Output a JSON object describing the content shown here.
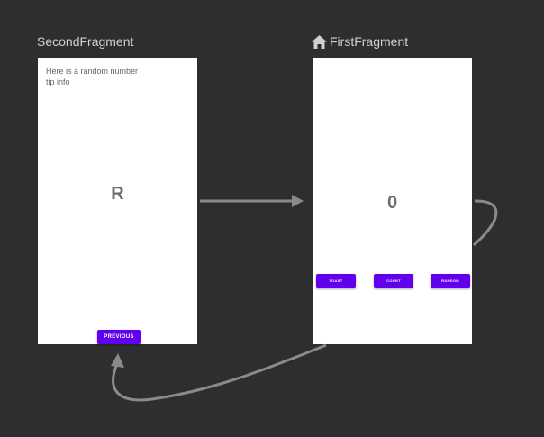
{
  "second_fragment": {
    "title": "SecondFragment",
    "tip_text": "Here is a random number tip info",
    "big_text": "R",
    "previous_label": "PREVIOUS"
  },
  "first_fragment": {
    "title": "FirstFragment",
    "count_text": "0",
    "toast_label": "TOAST",
    "count_label": "COUNT",
    "random_label": "RANDOM"
  },
  "colors": {
    "canvas_background": "#2e2e30",
    "button": "#6200ee",
    "connector": "#8a8a8c"
  },
  "icons": {
    "start_destination": "home-icon"
  }
}
